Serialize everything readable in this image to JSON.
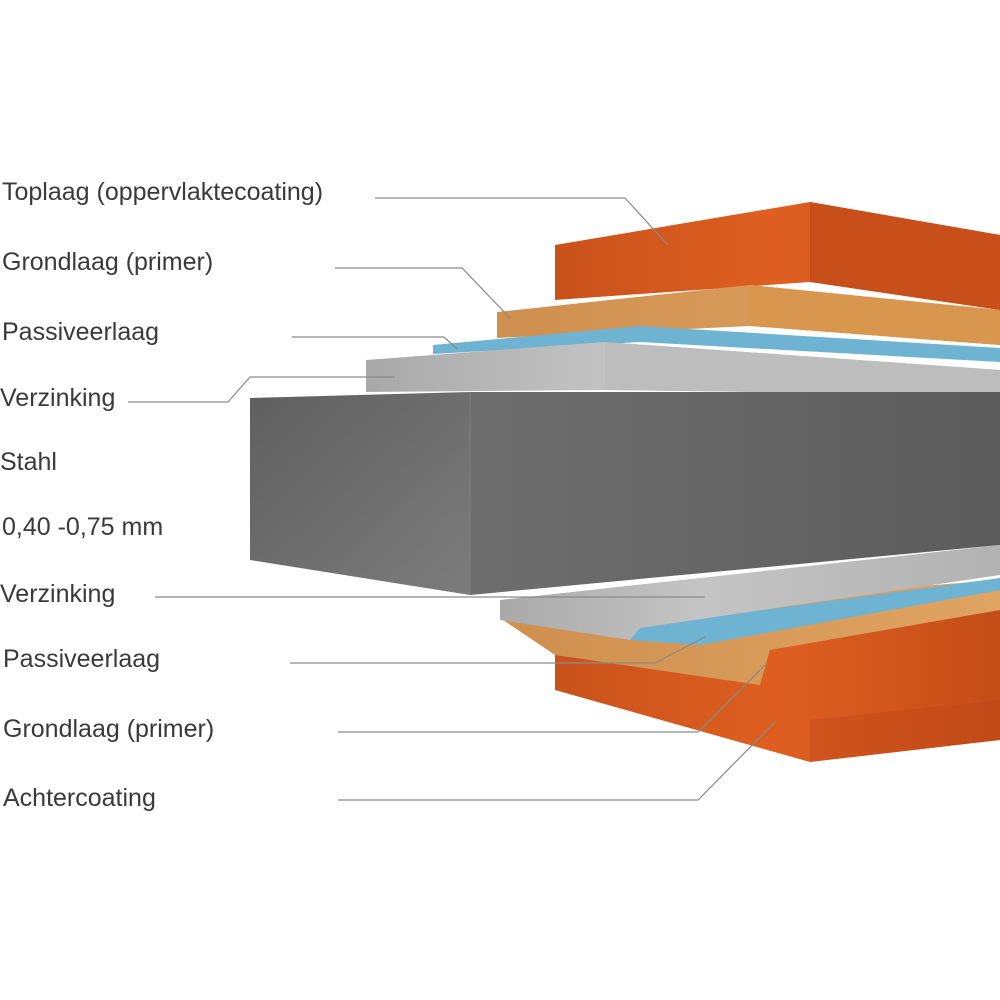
{
  "labels": {
    "toplaag": "Toplaag (oppervlaktecoating)",
    "grondlaag_top": "Grondlaag (primer)",
    "passiveer_top": "Passiveerlaag",
    "verzinking_top": "Verzinking",
    "stahl": "Stahl",
    "thickness": "0,40 -0,75 mm",
    "verzinking_bottom": "Verzinking",
    "passiveer_bottom": "Passiveerlaag",
    "grondlaag_bottom": "Grondlaag (primer)",
    "achtercoating": "Achtercoating"
  },
  "colors": {
    "topcoat": "#d4581c",
    "primer": "#d99a57",
    "passivation": "#6fb3d2",
    "galvanizing": "#b9b9b9",
    "steel": "#6a6a6a",
    "leader_line": "#8a8a8a",
    "text": "#3a3a3a"
  }
}
